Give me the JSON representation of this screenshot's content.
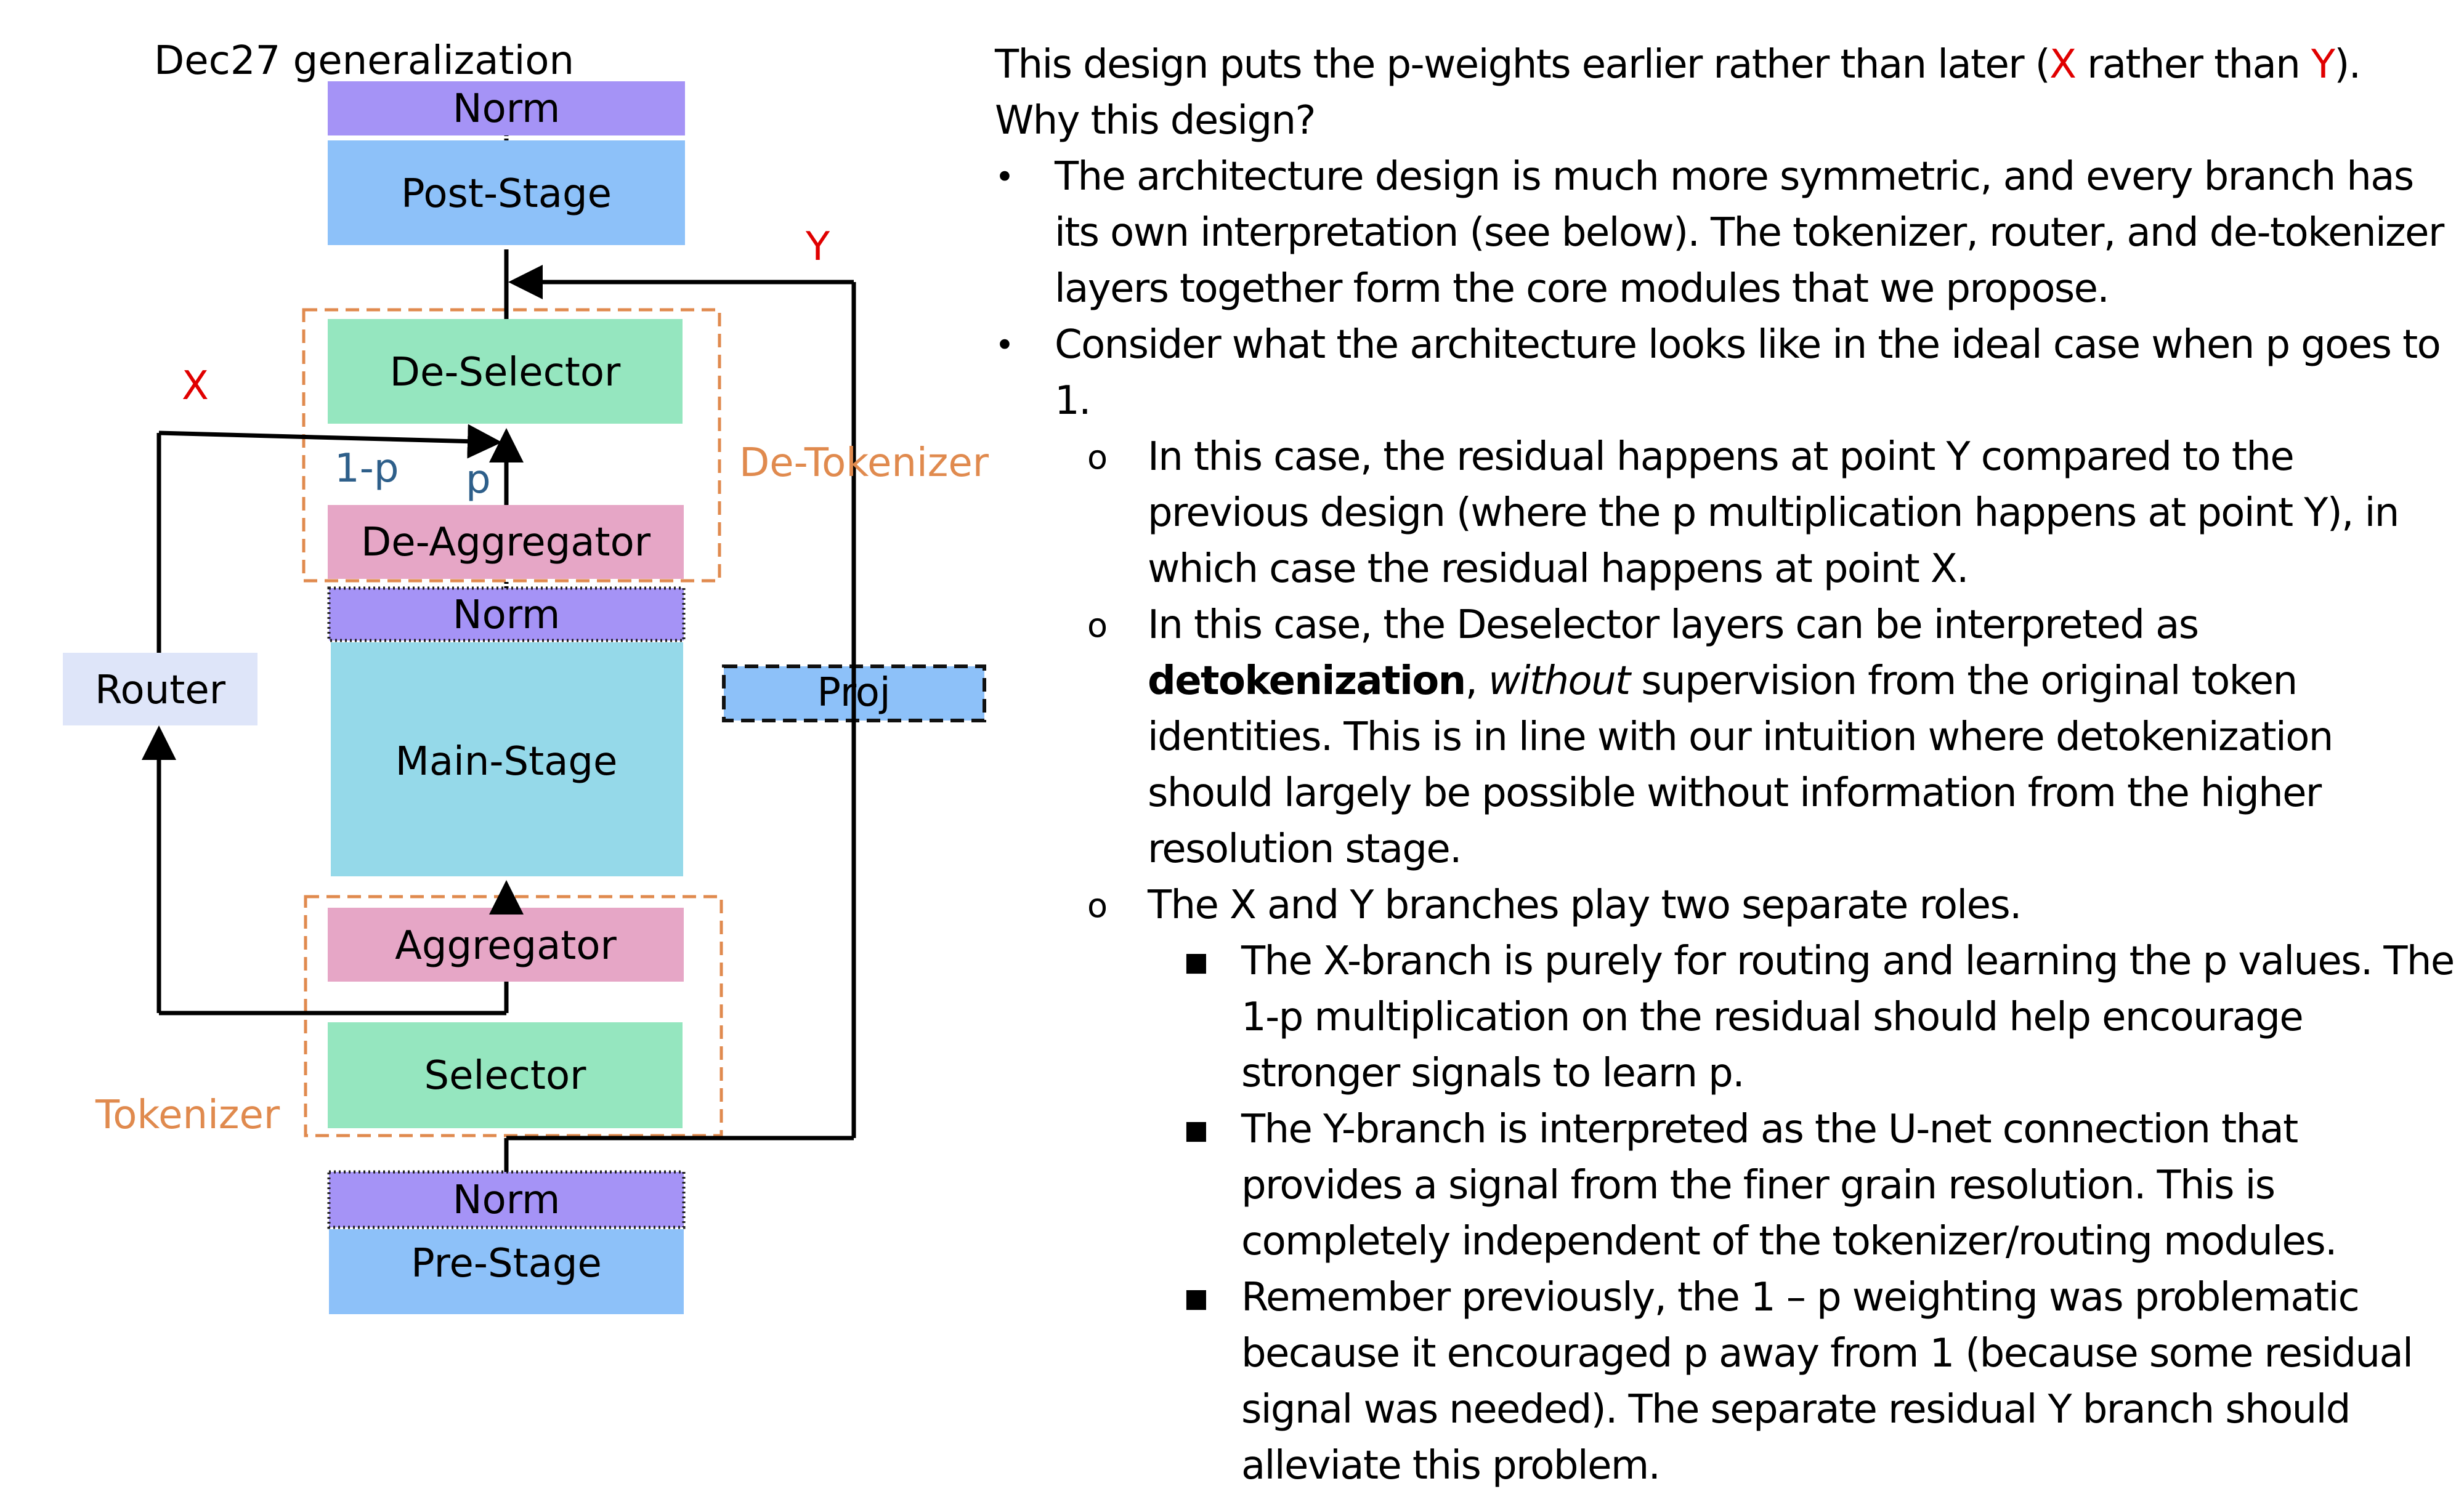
{
  "diagram": {
    "title": "Dec27 generalization",
    "boxes": {
      "norm_top": "Norm",
      "post_stage": "Post-Stage",
      "de_selector": "De-Selector",
      "de_aggregator": "De-Aggregator",
      "norm_mid": "Norm",
      "main_stage": "Main-Stage",
      "aggregator": "Aggregator",
      "selector": "Selector",
      "norm_bottom": "Norm",
      "pre_stage": "Pre-Stage",
      "router": "Router",
      "proj": "Proj"
    },
    "labels": {
      "x": "X",
      "y": "Y",
      "one_minus_p": "1-p",
      "p": "p",
      "de_tokenizer": "De-Tokenizer",
      "tokenizer": "Tokenizer"
    },
    "colors": {
      "norm": "#a593f6",
      "stage_blue": "#8dc1f9",
      "selector_green": "#95e6bf",
      "aggregator_pink": "#e6a6c6",
      "main_cyan": "#95d9e9",
      "router_bg": "#dee5f9",
      "dashed_orange": "#e08a4e",
      "label_red": "#e00000",
      "label_blue": "#2e5f8a"
    }
  },
  "explanation": {
    "intro": {
      "before": "This design puts the p-weights earlier rather than later (",
      "x": "X",
      "middle": " rather than ",
      "y": "Y",
      "after": "). Why this design?"
    },
    "bullet1": "The architecture design is much more symmetric, and every branch has its own interpretation (see below). The tokenizer, router, and de-tokenizer layers together form the core modules that we propose.",
    "bullet2": "Consider what the architecture looks like in the ideal case when p goes to 1.",
    "sub1": "In this case, the residual happens at point Y compared to the previous design (where the p multiplication happens at point Y), in which case the residual happens at point X.",
    "sub2": {
      "before": "In this case, the Deselector layers can be interpreted as ",
      "bold": "detokenization",
      "comma": ", ",
      "italic": "without",
      "after": " supervision from the original token  identities. This is in line with our intuition where detokenization should largely be possible without information from the higher resolution stage."
    },
    "sub3": "The X and Y branches play two separate roles.",
    "subsub1": "The X-branch is purely for routing and learning the p values. The 1-p multiplication on the residual should help encourage stronger signals to learn p.",
    "subsub2": "The Y-branch is interpreted as the U-net connection that provides a signal from the finer grain resolution. This is completely independent of the tokenizer/routing modules.",
    "subsub3": "Remember previously, the 1 – p weighting was problematic because it encouraged p away from 1 (because some residual signal was needed). The separate residual Y branch should alleviate this problem.",
    "bullet_symbols": {
      "level1": "•",
      "level2": "o",
      "level3": "■"
    }
  }
}
